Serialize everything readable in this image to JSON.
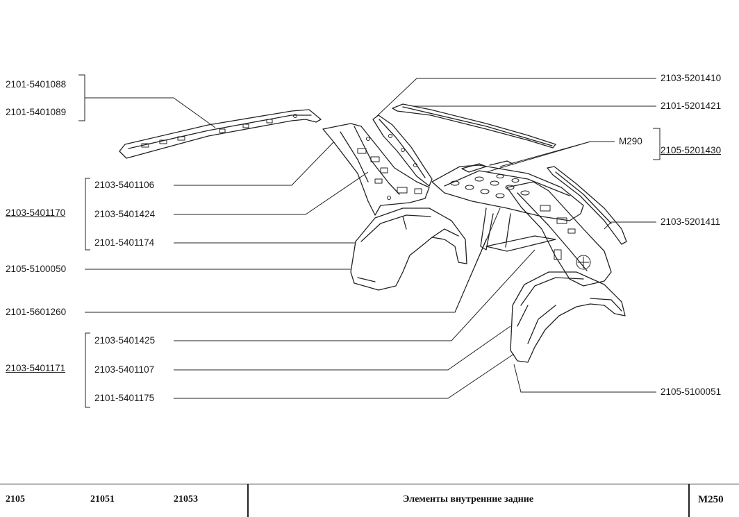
{
  "labels": {
    "l_5401088": "2101-5401088",
    "l_5401089": "2101-5401089",
    "l_5401106": "2103-5401106",
    "l_5401170": "2103-5401170",
    "l_5401424": "2103-5401424",
    "l_5401174": "2101-5401174",
    "l_5100050": "2105-5100050",
    "l_5601260": "2101-5601260",
    "l_5401425": "2103-5401425",
    "l_5401171": "2103-5401171",
    "l_5401107": "2103-5401107",
    "l_5401175": "2101-5401175",
    "r_5201410": "2103-5201410",
    "r_5201421": "2101-5201421",
    "r_m290": "M290",
    "r_5201430": "2105-5201430",
    "r_5201411": "2103-5201411",
    "r_5100051": "2105-5100051"
  },
  "footer": {
    "model_1": "2105",
    "model_2": "21051",
    "model_3": "21053",
    "title": "Элементы внутренние задние",
    "code": "M250"
  }
}
